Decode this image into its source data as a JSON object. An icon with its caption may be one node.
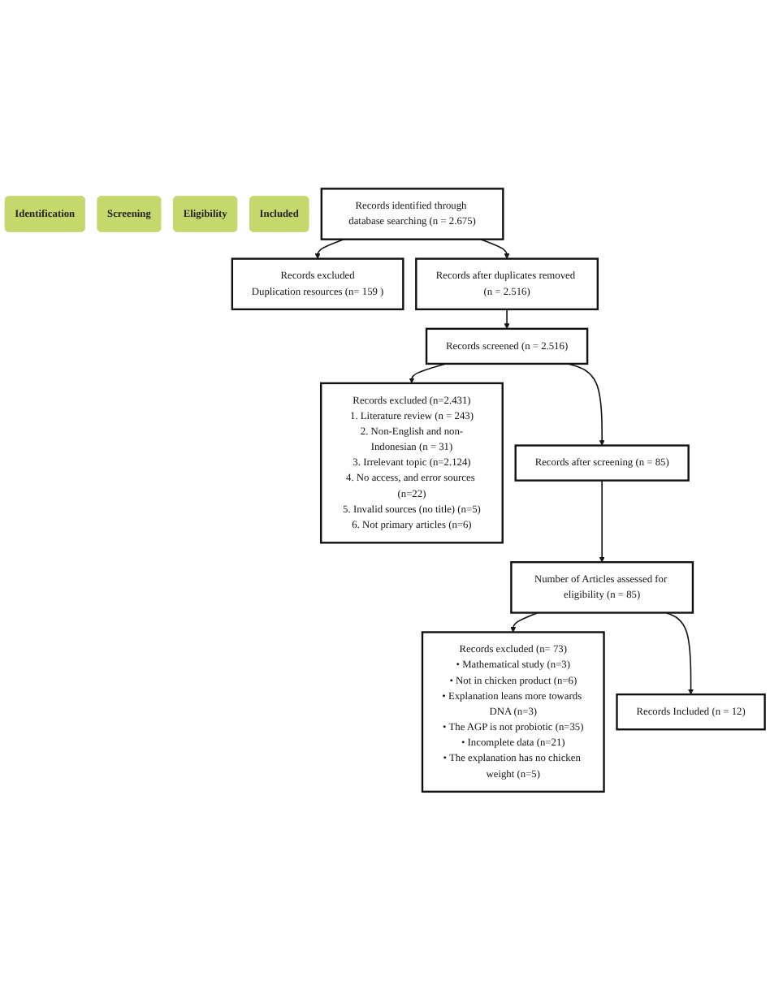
{
  "diagram": {
    "nodes": [
      {
        "text": [
          "Identification"
        ]
      },
      {
        "text": [
          "Screening"
        ]
      },
      {
        "text": [
          "Eligibility"
        ]
      },
      {
        "text": [
          "Included"
        ]
      },
      {
        "text": [
          "Records identified through database searching (n = 2.675)"
        ]
      },
      {
        "text": [
          "Records excluded",
          "Duplication resources (n= 159 )"
        ]
      },
      {
        "text": [
          "Records after duplicates removed (n = 2.516)"
        ]
      },
      {
        "text": [
          "Records screened (n = 2.516)"
        ]
      },
      {
        "text": [
          "Records excluded (n=2.431)",
          "1. Literature review (n = 243)",
          "2. Non-English and non-Indonesian (n = 31)",
          "3. Irrelevant topic (n=2.124)",
          "4. No access, and error sources (n=22)",
          "5. Invalid sources (no title) (n=5)",
          "6. Not primary articles (n=6)"
        ]
      },
      {
        "text": [
          "Records after screening (n = 85)"
        ]
      },
      {
        "text": [
          "Number of Articles assessed for eligibility (n = 85)"
        ]
      },
      {
        "text": [
          "Records excluded (n= 73)",
          "• Mathematical study (n=3)",
          "• Not in chicken product (n=6)",
          "• Explanation leans more towards DNA (n=3)",
          "• The AGP is not probiotic (n=35)",
          "• Incomplete data (n=21)",
          "• The explanation has no chicken weight (n=5)"
        ]
      },
      {
        "text": [
          "Records Included (n = 12)"
        ]
      }
    ],
    "edges": [
      {
        "from": 4,
        "to": 5,
        "arrow": "to"
      },
      {
        "from": 4,
        "to": 6,
        "arrow": "to"
      },
      {
        "from": 6,
        "to": 7,
        "arrow": "to"
      },
      {
        "from": 7,
        "to": 8,
        "arrow": "to"
      },
      {
        "from": 7,
        "to": 9,
        "arrow": "to"
      },
      {
        "from": 9,
        "to": 10,
        "arrow": "to"
      },
      {
        "from": 10,
        "to": 11,
        "arrow": "to"
      },
      {
        "from": 10,
        "to": 12,
        "arrow": "to"
      }
    ]
  }
}
